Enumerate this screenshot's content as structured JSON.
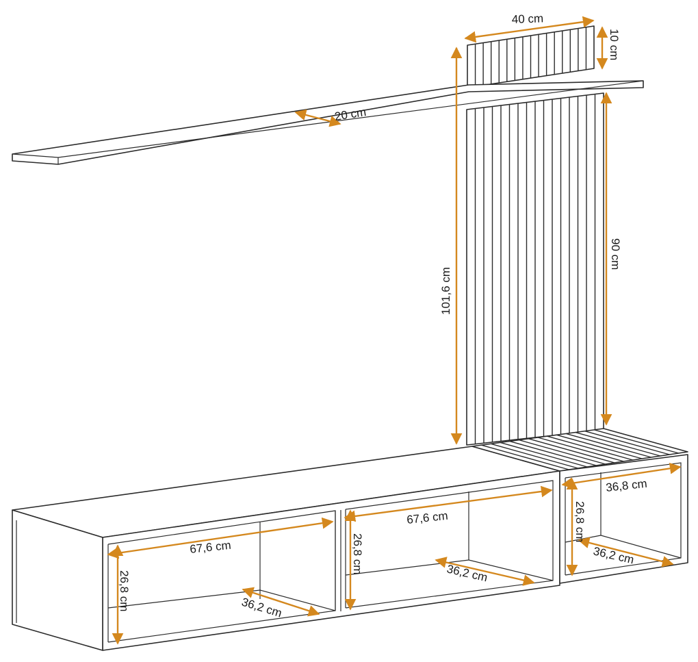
{
  "colors": {
    "line": "#2b2b2b",
    "dimension": "#d4881e",
    "background": "#ffffff",
    "text": "#1a1a1a"
  },
  "dimensions": {
    "top_panel_width": "40 cm",
    "top_panel_height": "10 cm",
    "shelf_depth": "20 cm",
    "panel_total_height": "101,6 cm",
    "panel_height": "90 cm",
    "left_cabinet_width": "67,6 cm",
    "left_cabinet_height": "26,8 cm",
    "left_cabinet_depth": "36,2 cm",
    "middle_cabinet_width": "67,6 cm",
    "middle_cabinet_height": "26,8 cm",
    "middle_cabinet_depth": "36,2 cm",
    "right_cabinet_width": "36,8 cm",
    "right_cabinet_height": "26,8 cm",
    "right_cabinet_depth": "36,2 cm"
  }
}
